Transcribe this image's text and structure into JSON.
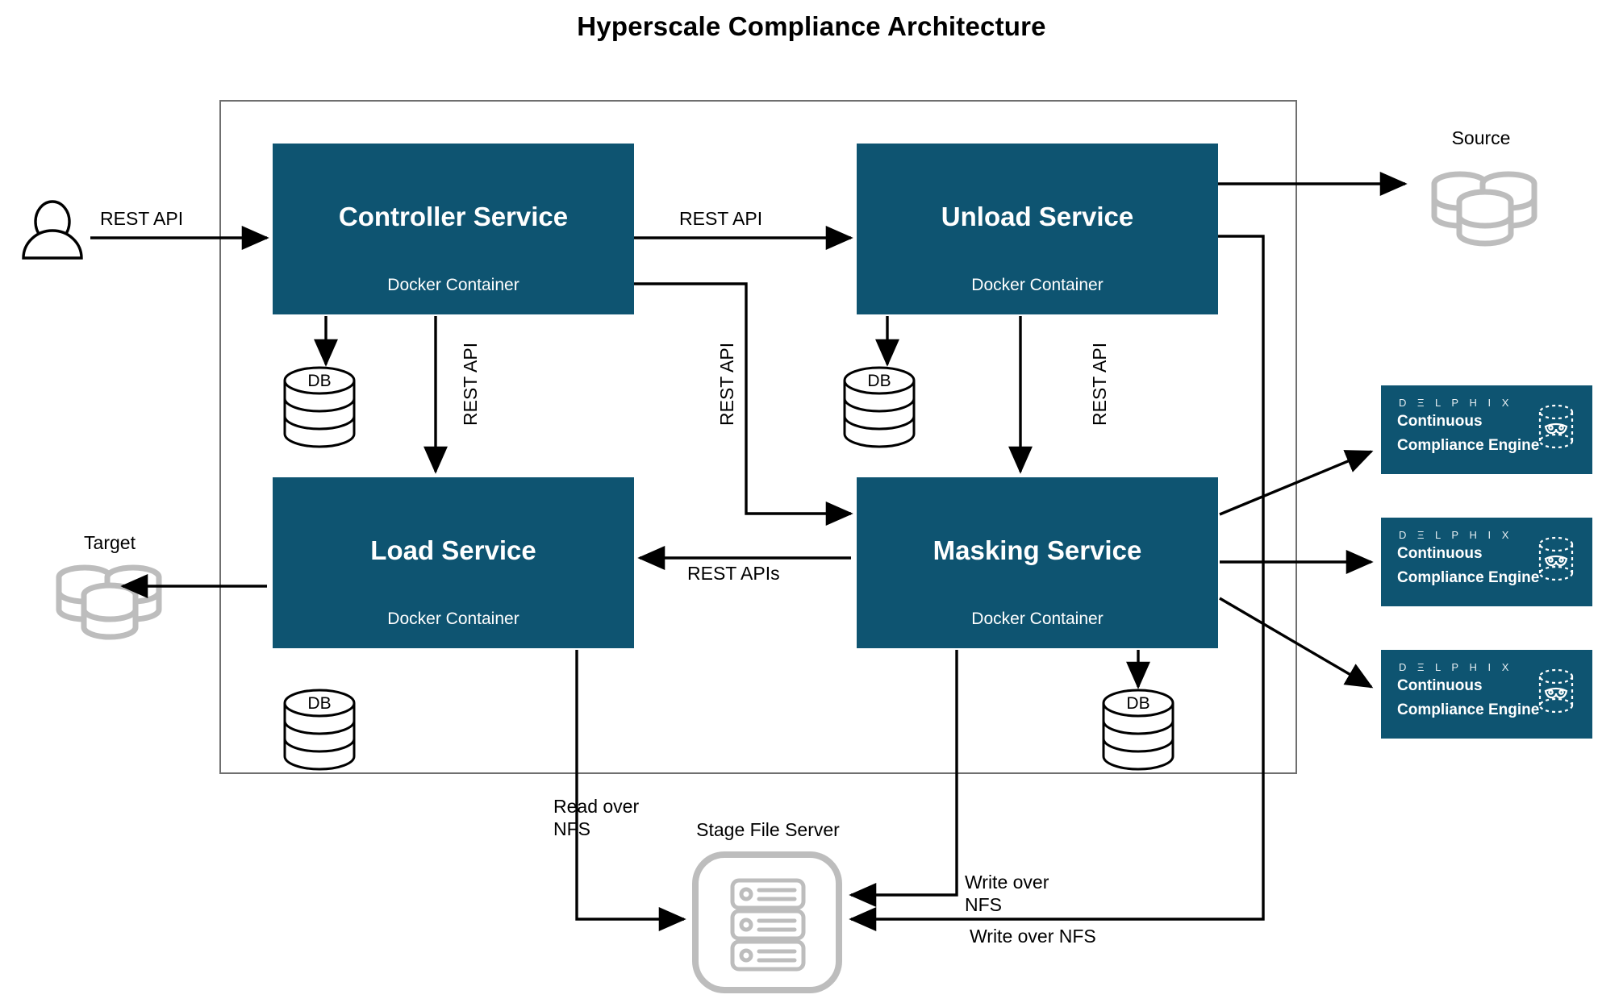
{
  "title": "Hyperscale Compliance Architecture",
  "colors": {
    "service_box": "#0e5471",
    "boundary_stroke": "#6f6f6f",
    "connector": "#000000",
    "grey_icon": "#bdbdbd",
    "text_on_dark": "#ffffff"
  },
  "services": [
    {
      "id": "controller",
      "title": "Controller Service",
      "subtitle": "Docker Container"
    },
    {
      "id": "unload",
      "title": "Unload Service",
      "subtitle": "Docker Container"
    },
    {
      "id": "load",
      "title": "Load Service",
      "subtitle": "Docker Container"
    },
    {
      "id": "masking",
      "title": "Masking Service",
      "subtitle": "Docker Container"
    }
  ],
  "databases": [
    {
      "id": "controller-db",
      "label": "DB"
    },
    {
      "id": "unload-db",
      "label": "DB"
    },
    {
      "id": "load-db",
      "label": "DB"
    },
    {
      "id": "masking-db",
      "label": "DB"
    }
  ],
  "external": {
    "user_icon": "user-icon",
    "source_label": "Source",
    "target_label": "Target",
    "stage_file_server_label": "Stage File Server"
  },
  "engines": [
    {
      "id": "engine-1",
      "logo": "D Ξ L P H I X",
      "line1": "Continuous",
      "line2": "Compliance Engine",
      "icon": "masked-database-icon"
    },
    {
      "id": "engine-2",
      "logo": "D Ξ L P H I X",
      "line1": "Continuous",
      "line2": "Compliance Engine",
      "icon": "masked-database-icon"
    },
    {
      "id": "engine-3",
      "logo": "D Ξ L P H I X",
      "line1": "Continuous",
      "line2": "Compliance Engine",
      "icon": "masked-database-icon"
    }
  ],
  "connectors": [
    {
      "id": "user-to-controller",
      "label": "REST API",
      "orientation": "horizontal"
    },
    {
      "id": "controller-to-unload",
      "label": "REST API",
      "orientation": "horizontal"
    },
    {
      "id": "controller-to-load",
      "label": "REST API",
      "orientation": "vertical-ccw"
    },
    {
      "id": "controller-to-masking",
      "label": "REST API",
      "orientation": "vertical-ccw"
    },
    {
      "id": "unload-to-masking",
      "label": "REST API",
      "orientation": "vertical-ccw"
    },
    {
      "id": "masking-to-load",
      "label": "REST APIs",
      "orientation": "horizontal"
    },
    {
      "id": "load-to-stage",
      "label_line1": "Read over",
      "label_line2": "NFS",
      "orientation": "vertical-cw"
    },
    {
      "id": "masking-to-stage",
      "label_line1": "Write over",
      "label_line2": "NFS",
      "orientation": "vertical-ccw"
    },
    {
      "id": "unload-to-stage",
      "label": "Write over NFS",
      "orientation": "horizontal"
    },
    {
      "id": "unload-to-source",
      "label": "",
      "orientation": "horizontal"
    },
    {
      "id": "load-to-target",
      "label": "",
      "orientation": "horizontal"
    },
    {
      "id": "masking-to-engine-1",
      "label": "",
      "orientation": "diagonal-up"
    },
    {
      "id": "masking-to-engine-2",
      "label": "",
      "orientation": "horizontal"
    },
    {
      "id": "masking-to-engine-3",
      "label": "",
      "orientation": "diagonal-down"
    }
  ]
}
